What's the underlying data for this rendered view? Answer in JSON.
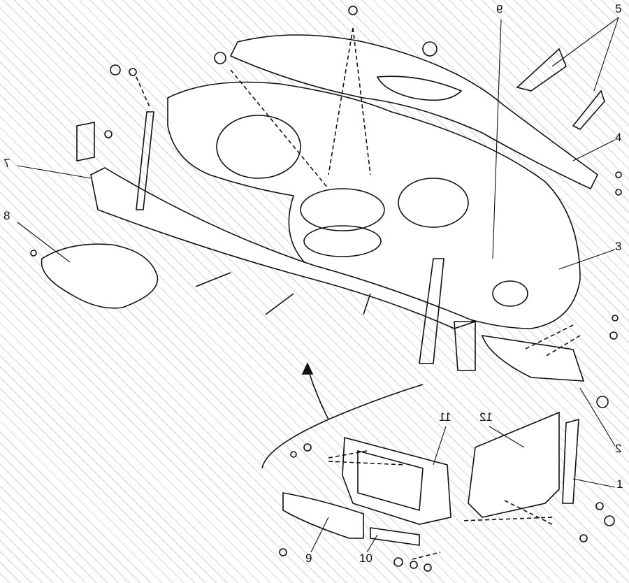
{
  "figure": {
    "callouts": [
      {
        "id": "callout-1",
        "text": "1"
      },
      {
        "id": "callout-2",
        "text": "2"
      },
      {
        "id": "callout-3",
        "text": "3"
      },
      {
        "id": "callout-4",
        "text": "4"
      },
      {
        "id": "callout-5",
        "text": "5"
      },
      {
        "id": "callout-6",
        "text": "6"
      },
      {
        "id": "callout-7",
        "text": "7"
      },
      {
        "id": "callout-8",
        "text": "8"
      },
      {
        "id": "callout-9",
        "text": "9"
      },
      {
        "id": "callout-10",
        "text": "10"
      },
      {
        "id": "callout-11",
        "text": "11"
      },
      {
        "id": "callout-12",
        "text": "12"
      }
    ],
    "line_color": "#111111"
  }
}
